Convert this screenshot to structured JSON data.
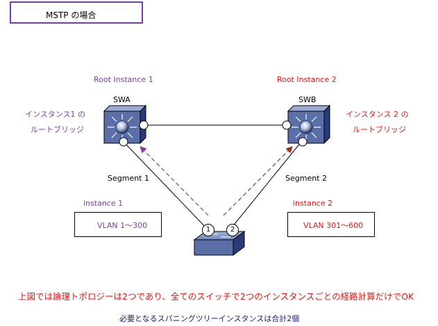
{
  "title": "MSTP の場合",
  "root1_label": "Root Instance 1",
  "root2_label": "Root Instance 2",
  "swa": "SWA",
  "swb": "SWB",
  "root1_desc_line1": "インスタンス1 の",
  "root1_desc_line2": "ルートブリッジ",
  "root2_desc_line1": "インスタンス 2 の",
  "root2_desc_line2": "ルートブリッジ",
  "segment1": "Segment 1",
  "segment2": "Segment 2",
  "instance1_label": "instance 1",
  "instance2_label": "instance 2",
  "vlan1": "VLAN 1～300",
  "vlan2": "VLAN 301～600",
  "port1": "1",
  "port2": "2",
  "caption_red": "上図では論理トポロジーは2つであり、全てのスイッチで2つのインスタンスごとの経路計算だけでOK",
  "caption_blue": "必要となるスパニングツリーインスタンスは合計2個",
  "colors": {
    "purple": "#7b3fa0",
    "red": "#e01818",
    "navy": "#1a1a6e",
    "switch_fill": "#6f84b8"
  }
}
